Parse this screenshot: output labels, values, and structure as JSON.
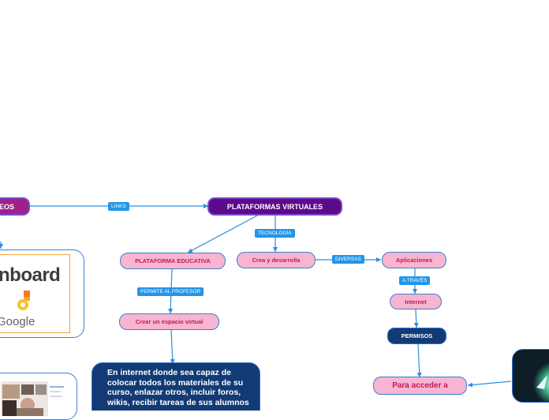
{
  "colors": {
    "root": "#5c0a8a",
    "pink": "#f7b5cf",
    "pink_text": "#c2185b",
    "navy": "#123b75",
    "label": "#2196e8",
    "edge": "#2a8de0"
  },
  "nodes": {
    "videos_fragment": "EOS",
    "plataformas_virtuales": "PLATAFORMAS VIRTUALES",
    "plataforma_educativa": "PLATAFORMA EDUCATIVA",
    "crea_desarrolla": "Crea y desarrolla",
    "aplicaciones": "Aplicaciones",
    "internet": "Internet",
    "permisos": "PERMISOS",
    "para_acceder": "Para acceder a",
    "crear_espacio": "Crear un espacio virtual",
    "description": "En internet donde sea capaz de colocar todos los materiales de su curso, enlazar otros, incluir foros, wikis, recibir tareas de sus alumnos"
  },
  "edge_labels": {
    "links": "LINKS",
    "tecnologia": "TECNOLOGÍA",
    "diversas": "DIVERSAS",
    "a_traves": "A TRAVÉS",
    "permite_profesor": "PERMITE AL PROFESOR"
  },
  "images": {
    "jamboard_word": "nboard",
    "google_word": "Google"
  }
}
